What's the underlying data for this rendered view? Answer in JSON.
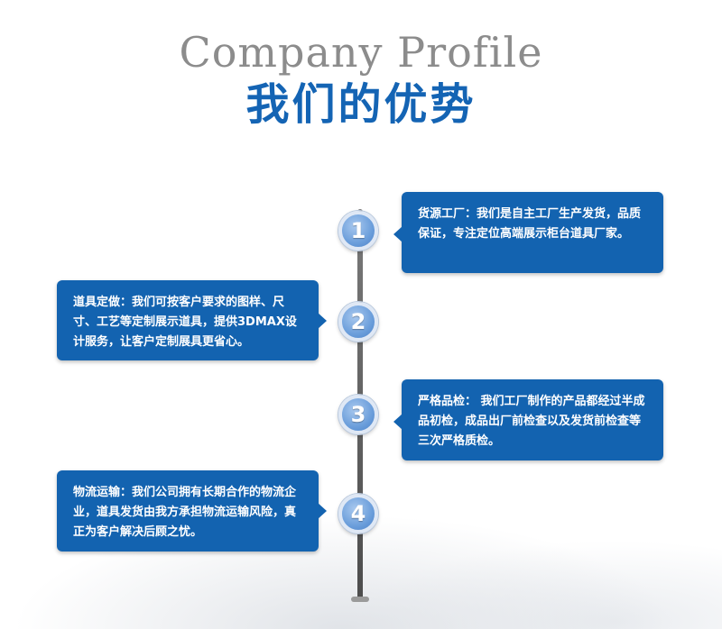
{
  "header": {
    "title_en": "Company Profile",
    "title_cn": "我们的优势"
  },
  "steps": [
    {
      "number": "1",
      "text": "货源工厂：我们是自主工厂生产发货，品质保证，专注定位高端展示柜台道具厂家。"
    },
    {
      "number": "2",
      "text": "道具定做：我们可按客户要求的图样、尺寸、工艺等定制展示道具，提供3DMAX设计服务，让客户定制展具更省心。"
    },
    {
      "number": "3",
      "text": "严格品检： 我们工厂制作的产品都经过半成品初检，成品出厂前检查以及发货前检查等三次严格质检。"
    },
    {
      "number": "4",
      "text": "物流运输：我们公司拥有长期合作的物流企业，道具发货由我方承担物流运输风险，真正为客户解决后顾之忧。"
    }
  ],
  "colors": {
    "box_bg": "#1363b0",
    "title_blue": "#1464b4",
    "title_gray": "#8c8c8c",
    "circle_blue": "#6b9edb"
  }
}
